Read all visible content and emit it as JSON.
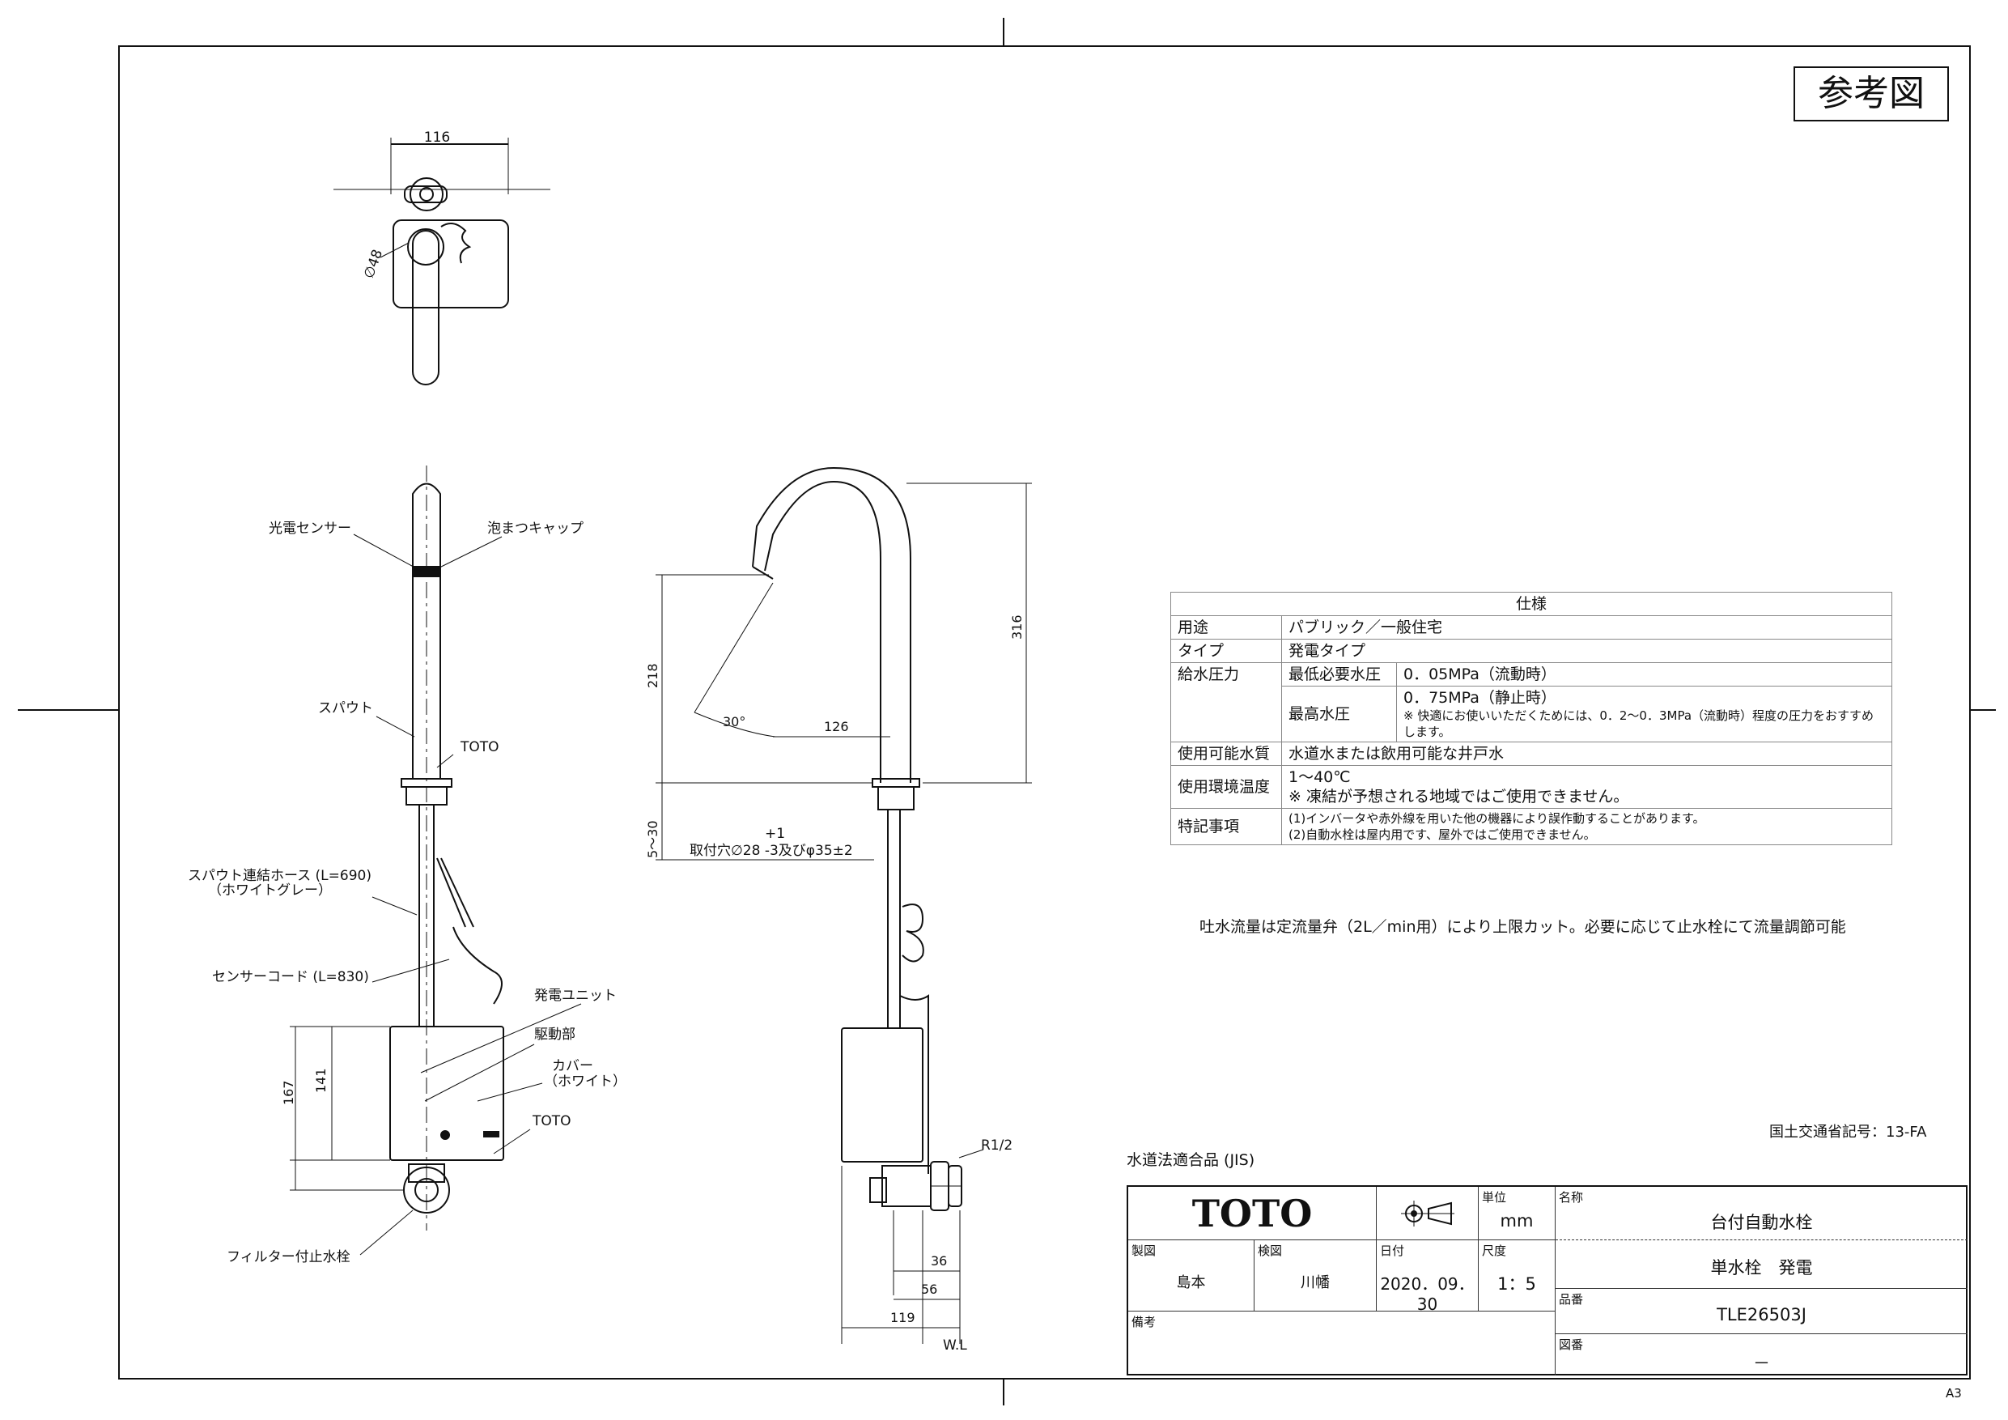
{
  "stamp": "参考図",
  "labels": {
    "photo_sensor": "光電センサー",
    "aerator_cap": "泡まつキャップ",
    "spout": "スパウト",
    "toto_mark": "TOTO",
    "hose": "スパウト連結ホース (L=690)",
    "hose_color": "（ホワイトグレー）",
    "sensor_cord": "センサーコード (L=830)",
    "gen_unit": "発電ユニット",
    "drive": "駆動部",
    "cover": "カバー",
    "cover_color": "（ホワイト）",
    "toto_mark2": "TOTO",
    "filter_valve": "フィルター付止水栓",
    "mount_hole": "取付穴∅28 -3及びφ35±2",
    "mount_tol": "+1",
    "r12": "R1/2",
    "wl": "W.L"
  },
  "dims": {
    "d116": "116",
    "d48": "∅48",
    "d316": "316",
    "d218": "218",
    "d126": "126",
    "d30deg": "30°",
    "d5_30": "5～30",
    "d167": "167",
    "d141": "141",
    "d36": "36",
    "d56": "56",
    "d119": "119"
  },
  "spec": {
    "title": "仕様",
    "use_label": "用途",
    "use_value": "パブリック／一般住宅",
    "type_label": "タイプ",
    "type_value": "発電タイプ",
    "pressure_label": "給水圧力",
    "min_label": "最低必要水圧",
    "min_value": "0．05MPa（流動時）",
    "max_label": "最高水圧",
    "max_value": "0．75MPa（静止時）",
    "max_note": "※ 快適にお使いいただくためには、0．2～0．3MPa（流動時）程度の圧力をおすすめします。",
    "water_label": "使用可能水質",
    "water_value": "水道水または飲用可能な井戸水",
    "temp_label": "使用環境温度",
    "temp_value": "1～40℃",
    "temp_note": "※ 凍結が予想される地域ではご使用できません。",
    "special_label": "特記事項",
    "special_1": "(1)インバータや赤外線を用いた他の機器により誤作動することがあります。",
    "special_2": "(2)自動水栓は屋内用です、屋外ではご使用できません。"
  },
  "flow_note": "吐水流量は定流量弁（2L／min用）により上限カット。必要に応じて止水栓にて流量調節可能",
  "mlit_code": "国土交通省記号：13-FA",
  "jis_note": "水道法適合品 (JIS)",
  "titleblock": {
    "brand": "TOTO",
    "unit_label": "単位",
    "unit_value": "mm",
    "name_label": "名称",
    "name_value": "台付自動水栓",
    "sub_value": "単水栓　発電",
    "drawn_label": "製図",
    "drawn_value": "島本",
    "checked_label": "検図",
    "checked_value": "川幡",
    "date_label": "日付",
    "date_value": "2020．09．30",
    "scale_label": "尺度",
    "scale_value": "1：5",
    "part_label": "品番",
    "part_value": "TLE26503J",
    "remarks_label": "備考",
    "drawing_no_label": "図番",
    "drawing_no_value": "－"
  },
  "sheet_size": "A3"
}
